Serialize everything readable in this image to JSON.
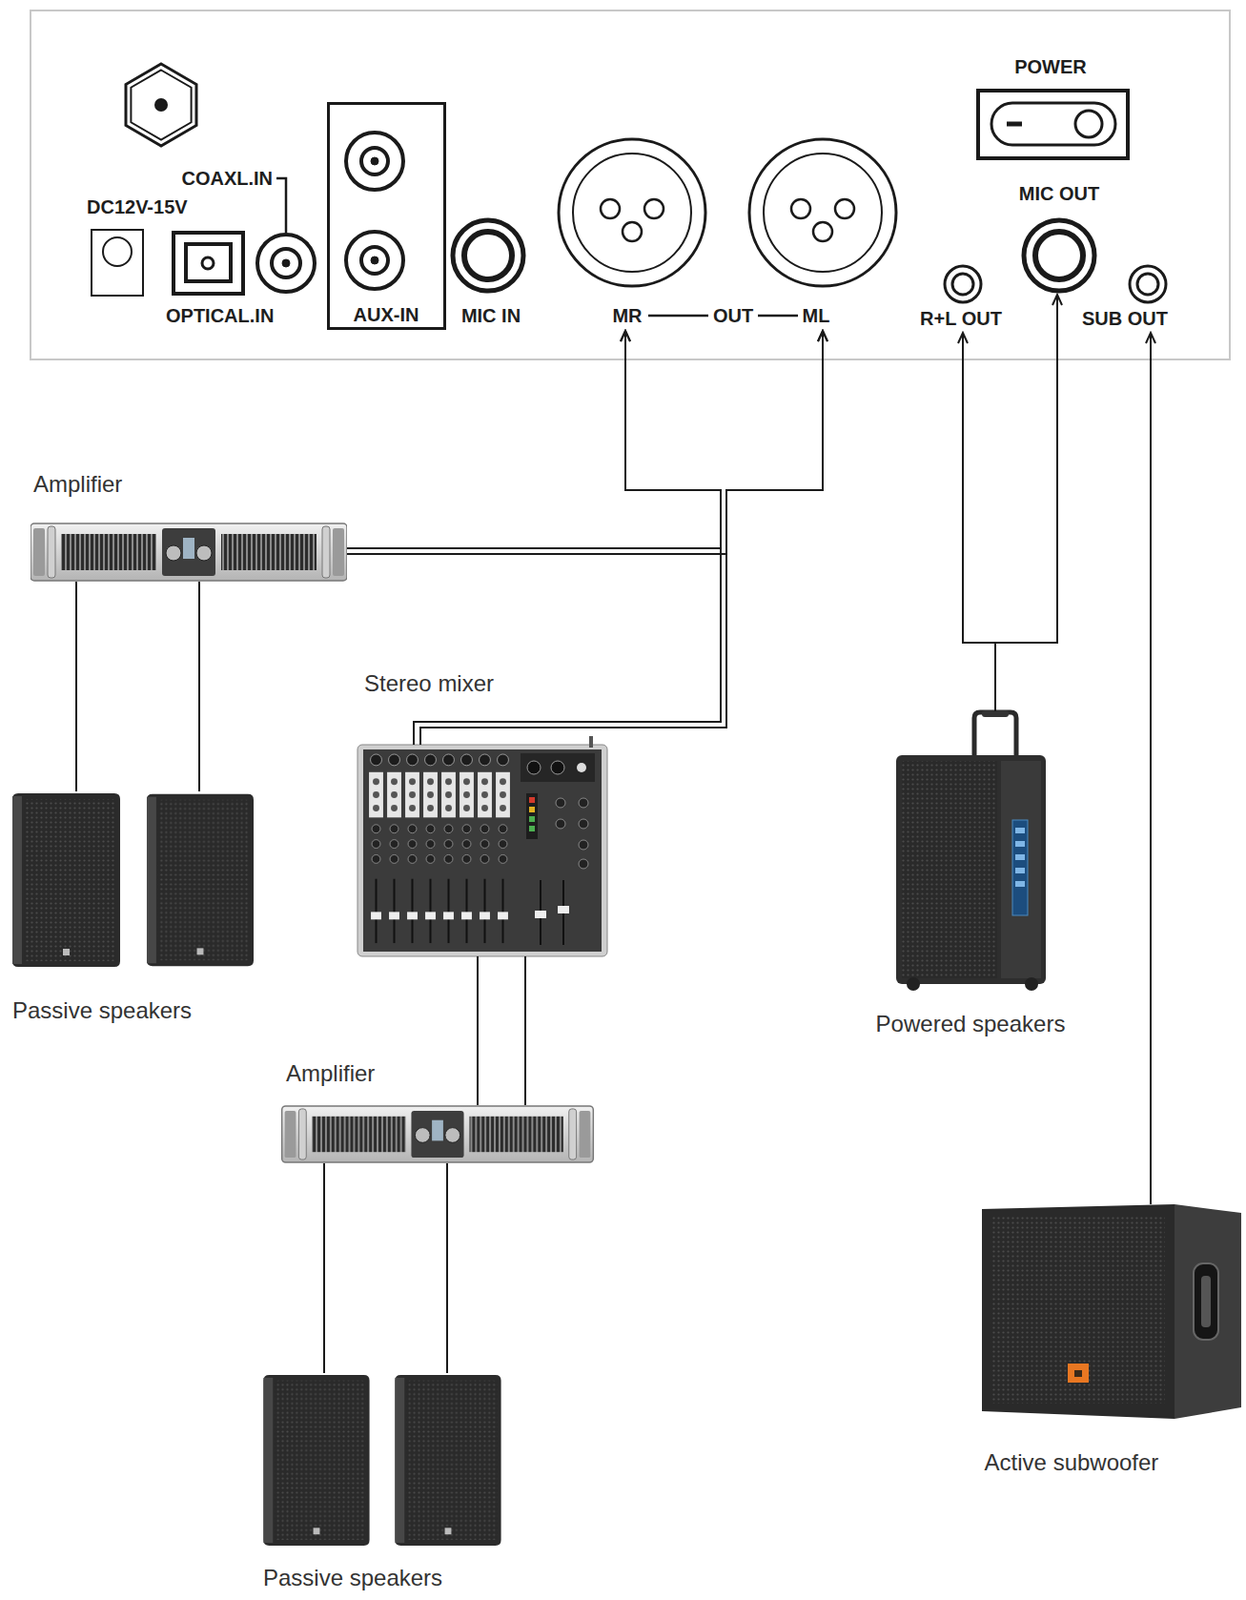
{
  "diagram": {
    "nodes": [
      {
        "text": [
          "AUX-IN"
        ]
      },
      {
        "text": [
          "MR"
        ]
      },
      {
        "text": [
          "ML"
        ]
      },
      {
        "text": [
          "POWER"
        ]
      },
      {
        "text": [
          "MIC OUT"
        ]
      },
      {
        "text": [
          "R+L OUT"
        ]
      },
      {
        "text": [
          "SUB OUT"
        ]
      },
      {
        "text": [
          "Amplifier"
        ]
      },
      {
        "text": [
          "Passive speakers"
        ]
      },
      {
        "text": [
          "Stereo mixer"
        ]
      },
      {
        "text": [
          "Powered speakers"
        ]
      },
      {
        "text": [
          "Amplifier"
        ]
      },
      {
        "text": [
          "Passive speakers"
        ]
      },
      {
        "text": [
          "Active subwoofer"
        ]
      }
    ],
    "edges": [
      {
        "from": 7,
        "to": 1,
        "arrow": "to"
      },
      {
        "from": 7,
        "to": 2,
        "arrow": "to"
      },
      {
        "from": 9,
        "to": 1,
        "arrow": "to"
      },
      {
        "from": 9,
        "to": 2,
        "arrow": "to"
      },
      {
        "from": 7,
        "to": 8,
        "arrow": "none"
      },
      {
        "from": 7,
        "to": 8,
        "arrow": "none"
      },
      {
        "from": 9,
        "to": 11,
        "arrow": "none"
      },
      {
        "from": 9,
        "to": 11,
        "arrow": "none"
      },
      {
        "from": 11,
        "to": 12,
        "arrow": "none"
      },
      {
        "from": 11,
        "to": 12,
        "arrow": "none"
      },
      {
        "from": 10,
        "to": 5,
        "arrow": "to"
      },
      {
        "from": 10,
        "to": 4,
        "arrow": "to"
      },
      {
        "from": 13,
        "to": 6,
        "arrow": "to"
      }
    ],
    "labels": [
      "COAXL.IN",
      "DC12V-15V",
      "OPTICAL.IN",
      "MIC IN",
      "OUT"
    ]
  }
}
